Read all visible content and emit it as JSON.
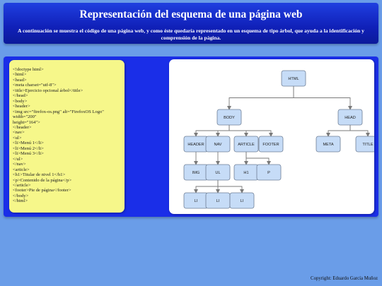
{
  "header": {
    "title": "Representación del esquema de una página web",
    "description": "A continuación se muestra el código de una página web, y como éste quedaría representado en un esquema de tipo árbol, que ayuda a la identificación y comprensión de la página."
  },
  "code_lines": [
    "<!doctype html>",
    "<html>",
    "<head>",
    "<meta charset=\"utf-8\">",
    "<title>Ejercicio opcional árbol</title>",
    "</head>",
    "<body>",
    "<header>",
    "<img src=\"firefox-os.png\" alt=\"FirefoxOS Logo\"",
    "width=\"200\"",
    "height=\"164\">",
    "</header>",
    "<nav>",
    "<ul>",
    "<li>Menú 1</li>",
    "<li>Menú 2</li>",
    "<li>Menú 3</li>",
    "</ul>",
    "</nav>",
    "<article>",
    "<h1>Titular de nivel 1</h1>",
    "<p>Contenido de la página</p>",
    "</article>",
    "<footer>Pie de página</footer>",
    "</body>",
    "</html>"
  ],
  "tree": {
    "nodes": [
      {
        "id": "html",
        "label": "HTML"
      },
      {
        "id": "body",
        "label": "BODY"
      },
      {
        "id": "head",
        "label": "HEAD"
      },
      {
        "id": "header",
        "label": "HEADER"
      },
      {
        "id": "nav",
        "label": "NAV"
      },
      {
        "id": "article",
        "label": "ARTICLE"
      },
      {
        "id": "footer",
        "label": "FOOTER"
      },
      {
        "id": "meta",
        "label": "META"
      },
      {
        "id": "title",
        "label": "TITLE"
      },
      {
        "id": "img",
        "label": "IMG"
      },
      {
        "id": "ul",
        "label": "UL"
      },
      {
        "id": "h1",
        "label": "H1"
      },
      {
        "id": "p",
        "label": "P"
      },
      {
        "id": "li1",
        "label": "LI"
      },
      {
        "id": "li2",
        "label": "LI"
      },
      {
        "id": "li3",
        "label": "LI"
      }
    ],
    "edges": [
      [
        "html",
        "body"
      ],
      [
        "html",
        "head"
      ],
      [
        "body",
        "header"
      ],
      [
        "body",
        "nav"
      ],
      [
        "body",
        "article"
      ],
      [
        "body",
        "footer"
      ],
      [
        "head",
        "meta"
      ],
      [
        "head",
        "title"
      ],
      [
        "header",
        "img"
      ],
      [
        "nav",
        "ul"
      ],
      [
        "article",
        "h1"
      ],
      [
        "article",
        "p"
      ],
      [
        "ul",
        "li1"
      ],
      [
        "ul",
        "li2"
      ],
      [
        "ul",
        "li3"
      ]
    ],
    "colors": {
      "node_fill": "#c6dcf7",
      "node_stroke": "#6f7f96",
      "edge": "#7a7a7a"
    }
  },
  "footer": {
    "copyright": "Copyright: Eduardo García Muñoz"
  }
}
